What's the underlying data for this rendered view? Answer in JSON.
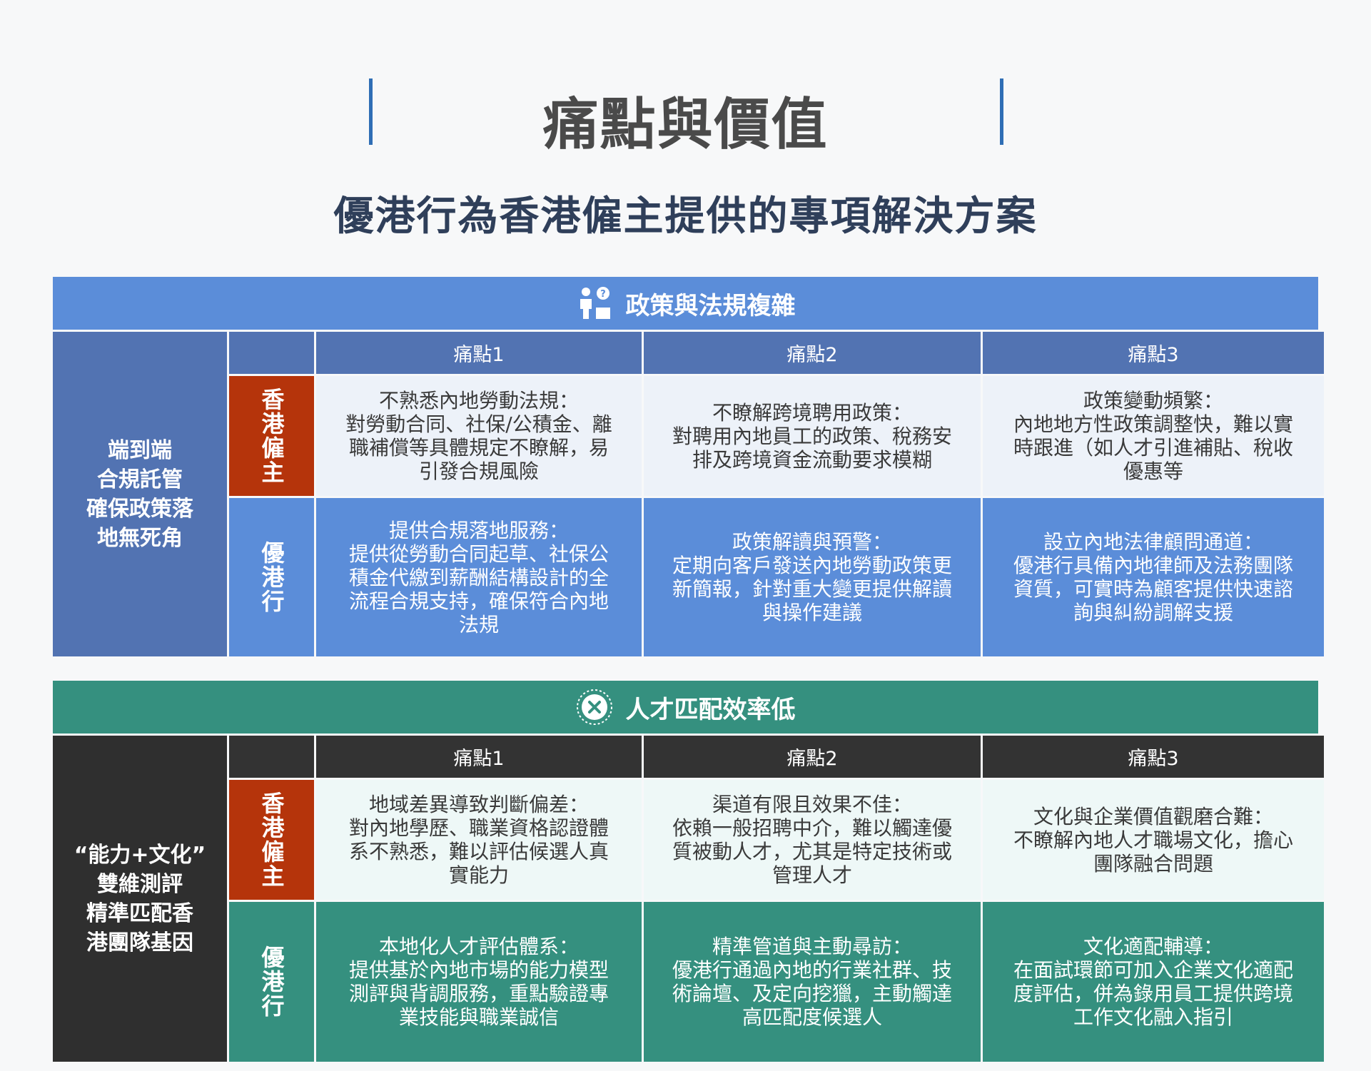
{
  "title": "痛點與價值",
  "subtitle": "優港行為香港僱主提供的專項解決方案",
  "sections": [
    {
      "title": "政策與法規複雜",
      "icon": "person-question-icon",
      "left_label": "端到端\n合規託管\n確保政策落\n地無死角",
      "headers": [
        "痛點1",
        "痛點2",
        "痛點3"
      ],
      "row1_label": "香港僱主",
      "row2_label": "優港行",
      "pains": [
        {
          "title": "不熟悉內地勞動法規：",
          "body": "對勞動合同、社保/公積金、離職補償等具體規定不瞭解，易引發合規風險"
        },
        {
          "title": "不瞭解跨境聘用政策：",
          "body": "對聘用內地員工的政策、稅務安排及跨境資金流動要求模糊"
        },
        {
          "title": "政策變動頻繁：",
          "body": "內地地方性政策調整快，難以實時跟進（如人才引進補貼、稅收優惠等"
        }
      ],
      "solutions": [
        {
          "title": "提供合規落地服務：",
          "body": "提供從勞動合同起草、社保公積金代繳到薪酬結構設計的全流程合規支持，確保符合內地法規"
        },
        {
          "title": "政策解讀與預警：",
          "body": "定期向客戶發送內地勞動政策更新簡報，針對重大變更提供解讀與操作建議"
        },
        {
          "title": "設立內地法律顧問通道：",
          "body": "優港行具備內地律師及法務團隊資質，可實時為顧客提供快速諮詢與糾紛調解支援"
        }
      ]
    },
    {
      "title": "人才匹配效率低",
      "icon": "x-circle-icon",
      "left_label": "“能力+文化”\n雙維測評\n精準匹配香\n港團隊基因",
      "headers": [
        "痛點1",
        "痛點2",
        "痛點3"
      ],
      "row1_label": "香港僱主",
      "row2_label": "優港行",
      "pains": [
        {
          "title": "地域差異導致判斷偏差：",
          "body": "對內地學歷、職業資格認證體系不熟悉，難以評估候選人真實能力"
        },
        {
          "title": "渠道有限且效果不佳：",
          "body": "依賴一般招聘中介，難以觸達優質被動人才，尤其是特定技術或管理人才"
        },
        {
          "title": "文化與企業價值觀磨合難：",
          "body": "不瞭解內地人才職場文化，擔心團隊融合問題"
        }
      ],
      "solutions": [
        {
          "title": "本地化人才評估體系：",
          "body": "提供基於內地市場的能力模型測評與背調服務，重點驗證專業技能與職業誠信"
        },
        {
          "title": "精準管道與主動尋訪：",
          "body": "優港行通過內地的行業社群、技術論壇、及定向挖獵，主動觸達高匹配度候選人"
        },
        {
          "title": "文化適配輔導：",
          "body": "在面試環節可加入企業文化適配度評估，併為錄用員工提供跨境工作文化融入指引"
        }
      ]
    }
  ]
}
